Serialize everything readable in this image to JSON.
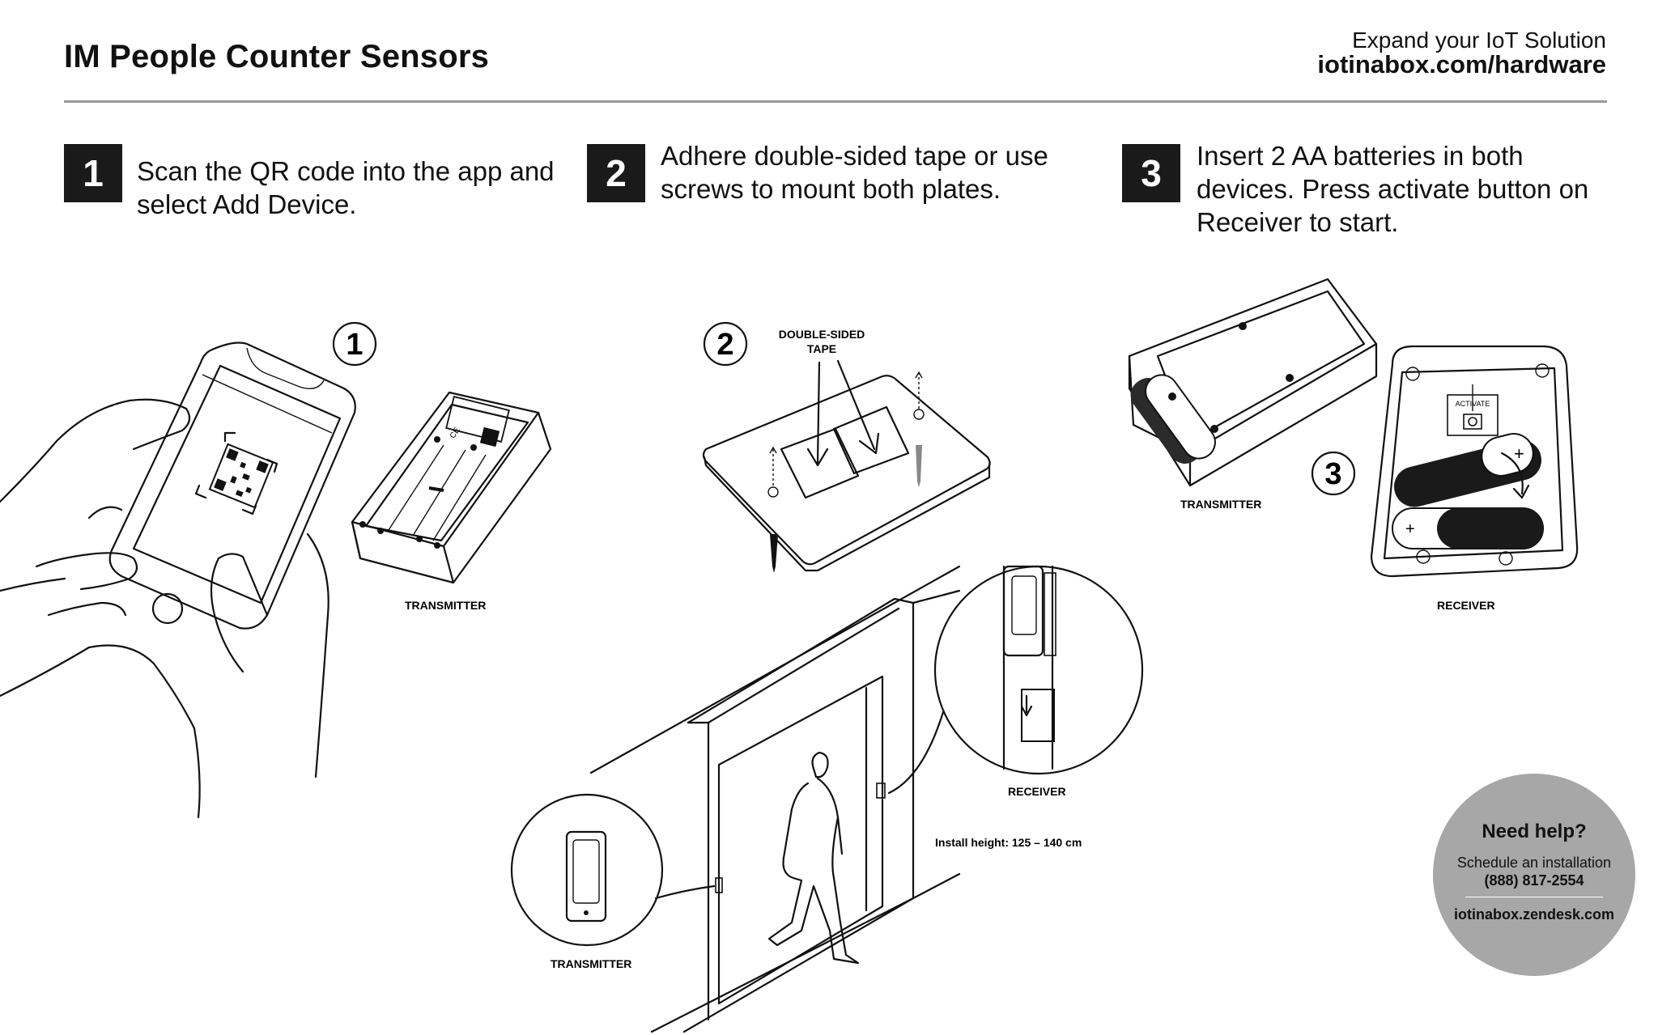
{
  "header": {
    "title": "IM People Counter Sensors",
    "tagline": "Expand your IoT Solution",
    "url": "iotinabox.com/hardware"
  },
  "steps": [
    {
      "number": "1",
      "text": "Scan the QR code into the app and select Add Device."
    },
    {
      "number": "2",
      "text": "Adhere double-sided tape or use screws to mount both plates."
    },
    {
      "number": "3",
      "text": "Insert 2 AA batteries in both devices. Press activate button on Receiver to start."
    }
  ],
  "illustration_labels": {
    "callout_1": "1",
    "callout_2": "2",
    "callout_3": "3",
    "transmitter_1": "TRANSMITTER",
    "tape_line1": "DOUBLE-SIDED",
    "tape_line2": "TAPE",
    "transmitter_3": "TRANSMITTER",
    "receiver_3": "RECEIVER",
    "activate": "ACTIVATE",
    "receiver_door": "RECEIVER",
    "install_height": "Install height: 125 – 140 cm",
    "transmitter_door": "TRANSMITTER"
  },
  "help": {
    "title": "Need help?",
    "line1": "Schedule an installation",
    "phone": "(888) 817-2554",
    "site": "iotinabox.zendesk.com"
  },
  "colors": {
    "step_box": "#1a1a1a",
    "help_circle": "#a7a7a7",
    "rule": "#9a9a9a"
  }
}
